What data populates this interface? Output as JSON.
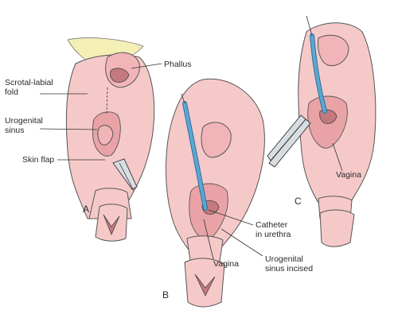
{
  "labels": {
    "phallus": "Phallus",
    "scrotal_labial_line1": "Scrotal-labial",
    "scrotal_labial_line2": "fold",
    "urogenital_sinus_line1": "Urogenital",
    "urogenital_sinus_line2": "sinus",
    "skin_flap": "Skin flap",
    "catheter_line1": "Catheter",
    "catheter_line2": "in urethra",
    "vagina_b": "Vagina",
    "sinus_incised_line1": "Urogenital",
    "sinus_incised_line2": "sinus incised",
    "vagina_c": "Vagina"
  },
  "panels": {
    "a": "A",
    "b": "B",
    "c": "C"
  },
  "colors": {
    "skin": "#f6c9c9",
    "tissue": "#e9a3a6",
    "catheter": "#5aa7d3",
    "thigh": "#f4efb5"
  }
}
